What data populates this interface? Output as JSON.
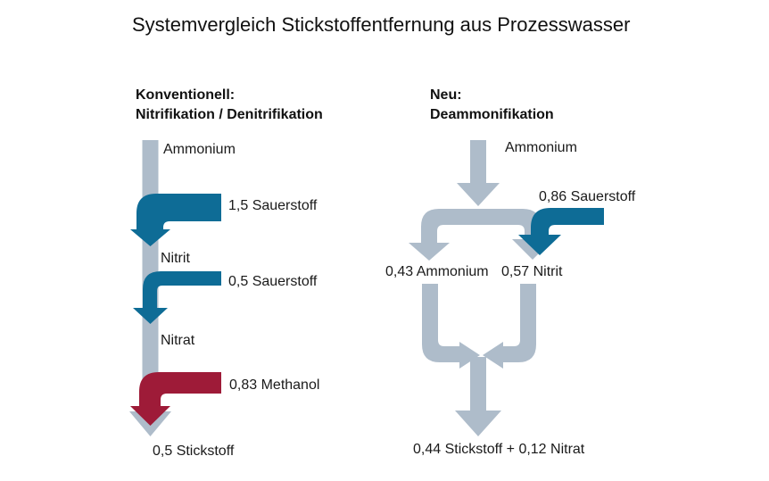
{
  "title": "Systemvergleich Stickstoffentfernung aus Prozesswasser",
  "colors": {
    "flow_gray": "#aebcca",
    "oxygen_teal": "#0e6c96",
    "methanol_red": "#9e1b38"
  },
  "left_system": {
    "heading_line1": "Konventionell:",
    "heading_line2": "Nitrifikation / Denitrifikation",
    "input_node": "Ammonium",
    "side_input_1": "1,5 Sauerstoff",
    "mid_node_1": "Nitrit",
    "side_input_2": "0,5 Sauerstoff",
    "mid_node_2": "Nitrat",
    "side_input_3": "0,83 Methanol",
    "output_node": "0,5 Stickstoff"
  },
  "right_system": {
    "heading_line1": "Neu:",
    "heading_line2": "Deammonifikation",
    "input_node": "Ammonium",
    "side_input_1": "0,86 Sauerstoff",
    "branch_left_node": "0,43 Ammonium",
    "branch_right_node": "0,57 Nitrit",
    "output_node": "0,44 Stickstoff + 0,12 Nitrat"
  }
}
